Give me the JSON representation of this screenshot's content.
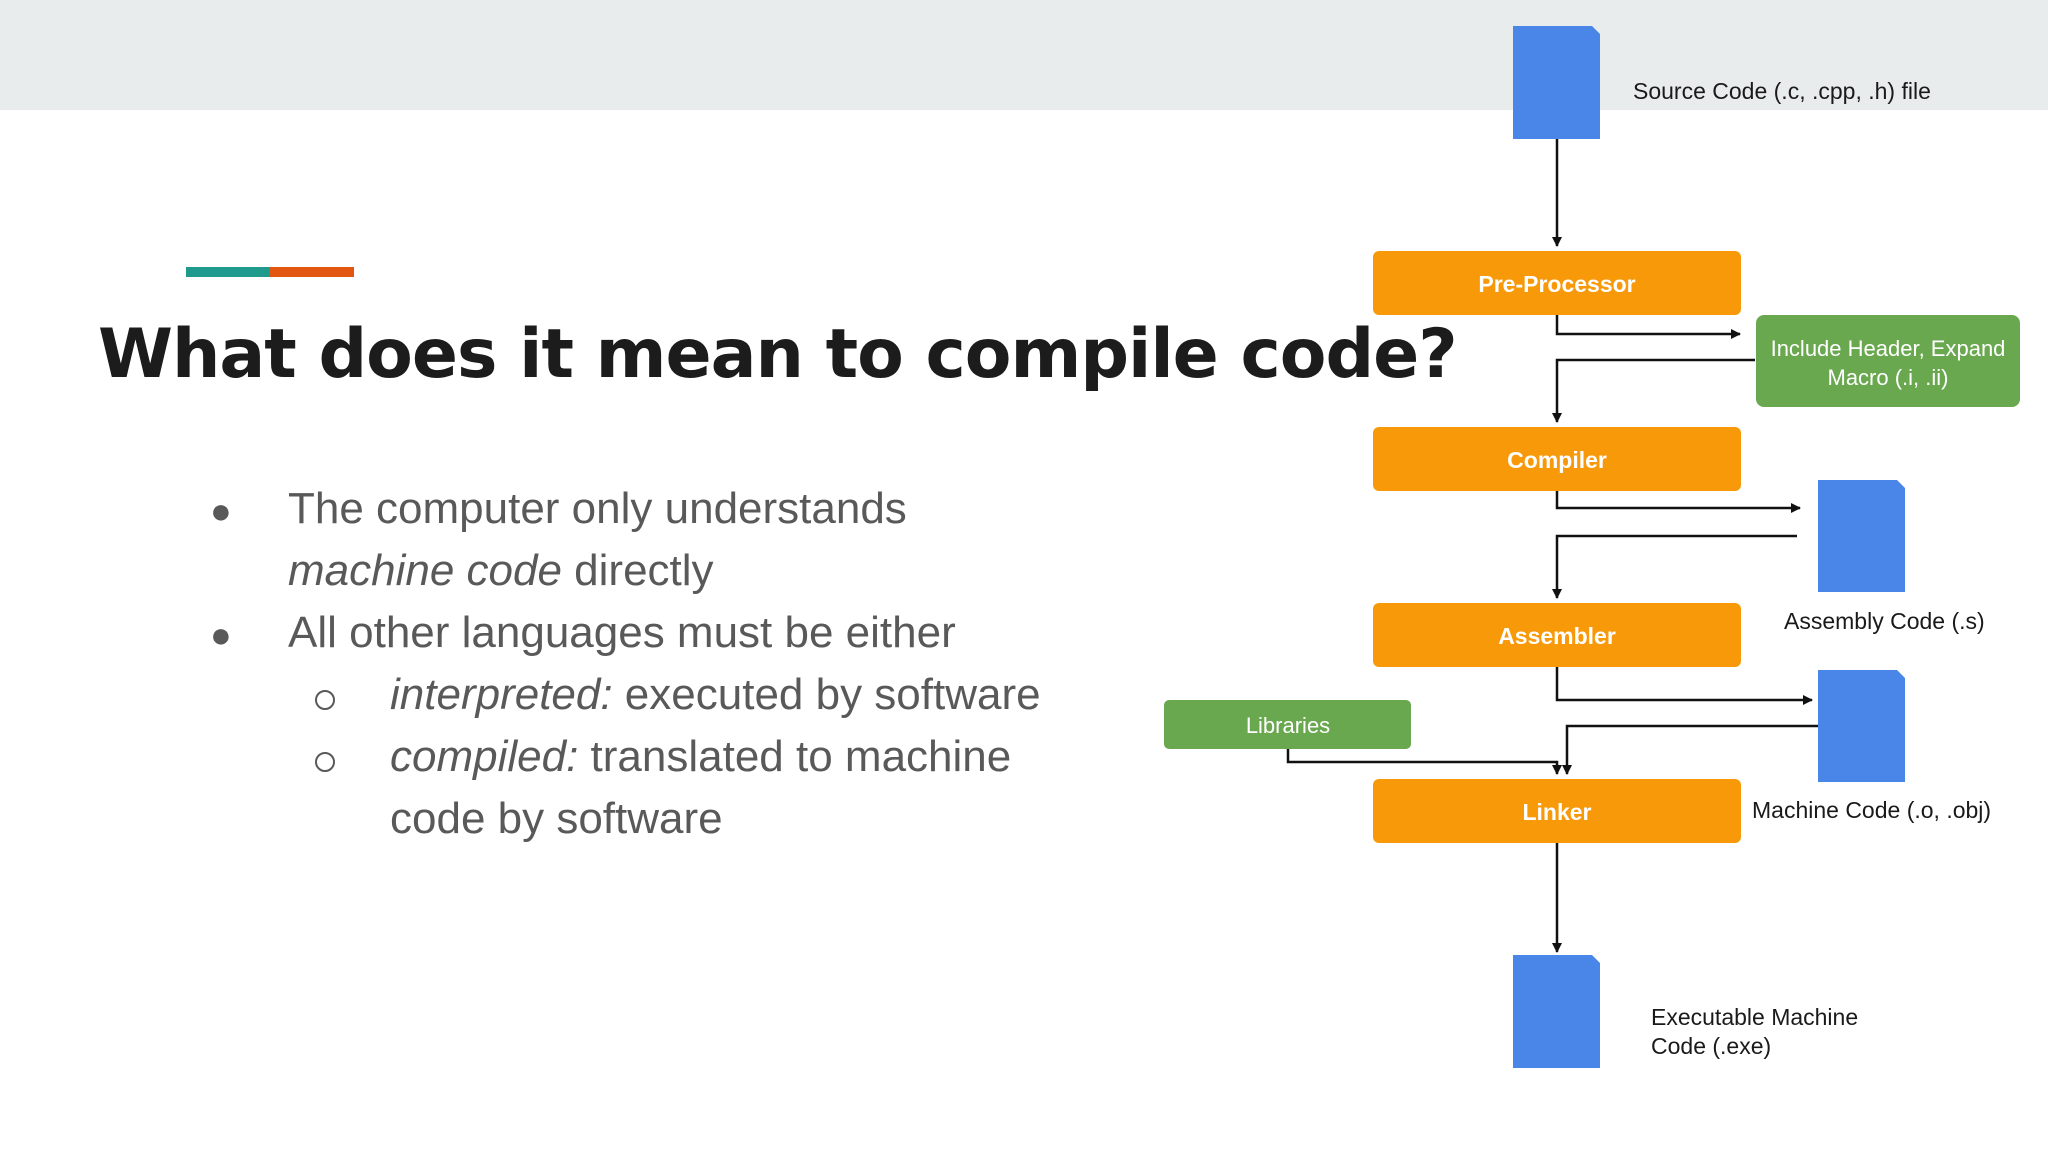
{
  "slide": {
    "title": "What does it mean to compile code?",
    "colors": {
      "band": "#e8eced",
      "teal": "#1f9a8c",
      "orange_accent": "#e2560f",
      "stage": "#f8990a",
      "green": "#6aa84f",
      "file": "#4a86e8"
    },
    "bullets": [
      {
        "level": 1,
        "lines": [
          {
            "text": "The computer only understands"
          },
          {
            "italic": "machine code",
            "text": " directly"
          }
        ]
      },
      {
        "level": 1,
        "lines": [
          {
            "text": "All other languages must be either"
          }
        ]
      },
      {
        "level": 2,
        "italic": "interpreted:",
        "text": " executed by software"
      },
      {
        "level": 2,
        "italic": "compiled:",
        "lines": [
          " translated to machine",
          "code by software"
        ]
      }
    ]
  },
  "diagram": {
    "stages": [
      "Pre-Processor",
      "Compiler",
      "Assembler",
      "Linker"
    ],
    "libraries": "Libraries",
    "include_box": [
      "Include Header, Expand",
      "Macro (.i, .ii)"
    ],
    "file_labels": {
      "source": "Source Code (.c, .cpp, .h) file",
      "assembly": "Assembly Code (.s)",
      "machine": "Machine Code (.o, .obj)",
      "exe_line1": "Executable Machine",
      "exe_line2": "Code (.exe)"
    }
  }
}
